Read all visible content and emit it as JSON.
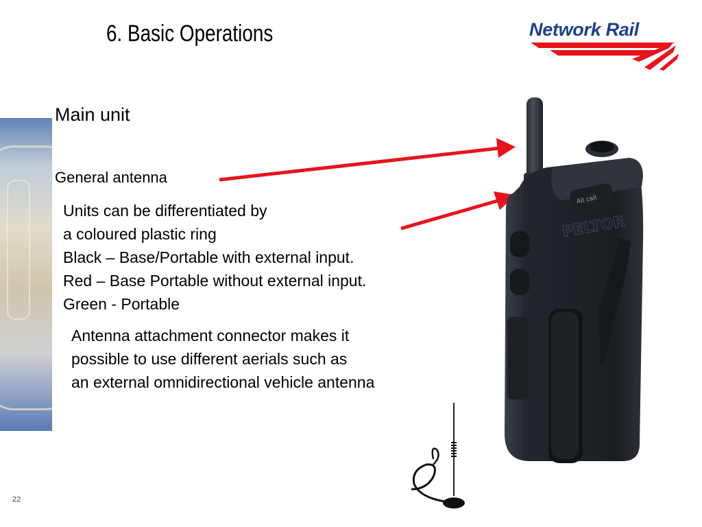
{
  "slide": {
    "title": "6. Basic Operations",
    "page_number": "22"
  },
  "logo": {
    "text": "Network Rail"
  },
  "content": {
    "heading": "Main unit",
    "antenna_label": "General antenna",
    "ring_lines": [
      "Units can be differentiated by",
      "a coloured plastic ring",
      "Black – Base/Portable with external input.",
      "Red – Base Portable without external input.",
      "Green - Portable"
    ],
    "connector_lines": [
      "Antenna attachment connector makes it",
      "possible to use different aerials such as",
      "an external omnidirectional vehicle antenna"
    ]
  },
  "device": {
    "button_label": "All call",
    "brand_embossing": "PELTOR",
    "ring_color": "#1fb24a"
  },
  "colors": {
    "arrow": "#e8141c",
    "logo_blue": "#1e3f8f",
    "logo_red": "#e8141c"
  }
}
